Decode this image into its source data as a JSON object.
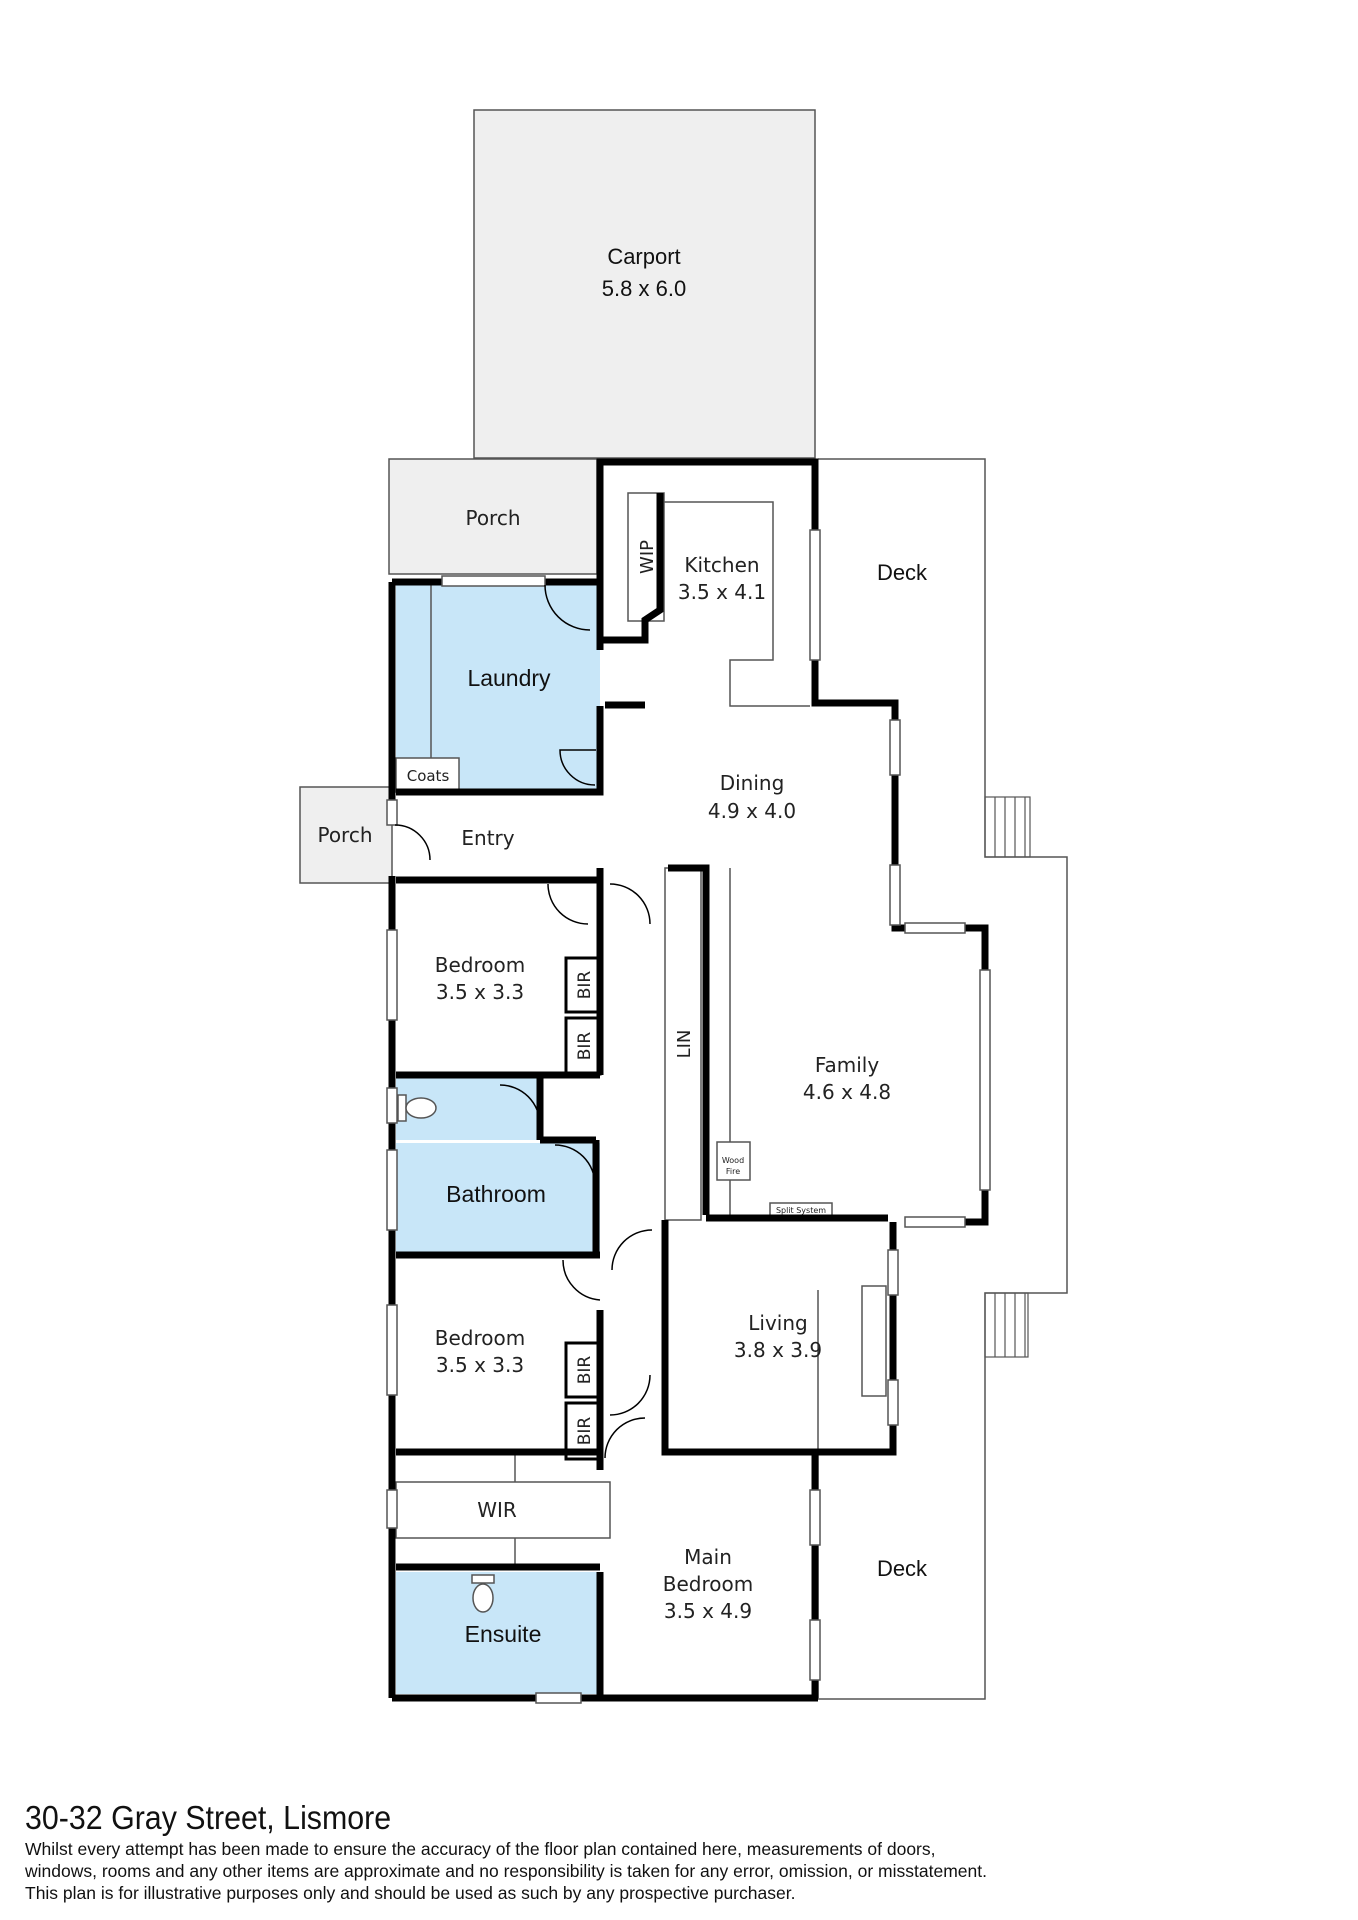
{
  "colors": {
    "wall": "#000000",
    "wet_area": "#c8e6f8",
    "outdoor": "#efefef",
    "line": "#555555"
  },
  "rooms": {
    "carport": {
      "name": "Carport",
      "size": "5.8 x 6.0"
    },
    "porch_top": {
      "name": "Porch"
    },
    "porch_side": {
      "name": "Porch"
    },
    "laundry": {
      "name": "Laundry"
    },
    "coats": {
      "name": "Coats"
    },
    "entry": {
      "name": "Entry"
    },
    "wip": {
      "name": "WIP"
    },
    "kitchen": {
      "name": "Kitchen",
      "size": "3.5 x 4.1"
    },
    "dining": {
      "name": "Dining",
      "size": "4.9 x 4.0"
    },
    "deck_top": {
      "name": "Deck"
    },
    "bedroom1": {
      "name": "Bedroom",
      "size": "3.5 x 3.3"
    },
    "bir1a": {
      "name": "BIR"
    },
    "bir1b": {
      "name": "BIR"
    },
    "lin": {
      "name": "LIN"
    },
    "family": {
      "name": "Family",
      "size": "4.6 x 4.8"
    },
    "wood_fire": {
      "line1": "Wood",
      "line2": "Fire"
    },
    "split_system": {
      "name": "Split System"
    },
    "bathroom": {
      "name": "Bathroom"
    },
    "bedroom2": {
      "name": "Bedroom",
      "size": "3.5 x 3.3"
    },
    "bir2a": {
      "name": "BIR"
    },
    "bir2b": {
      "name": "BIR"
    },
    "living": {
      "name": "Living",
      "size": "3.8 x 3.9"
    },
    "wir": {
      "name": "WIR"
    },
    "main_bedroom": {
      "line1": "Main",
      "line2": "Bedroom",
      "size": "3.5 x 4.9"
    },
    "deck_bottom": {
      "name": "Deck"
    },
    "ensuite": {
      "name": "Ensuite"
    }
  },
  "footer": {
    "address": "30-32 Gray Street, Lismore",
    "disclaimer_1": "Whilst every attempt has been made to ensure the accuracy of the floor plan contained here, measurements of doors,",
    "disclaimer_2": "windows, rooms and any other items are approximate and no responsibility is taken for any error, omission, or misstatement.",
    "disclaimer_3": "This plan is for illustrative purposes only and should be used as such by any prospective purchaser."
  }
}
